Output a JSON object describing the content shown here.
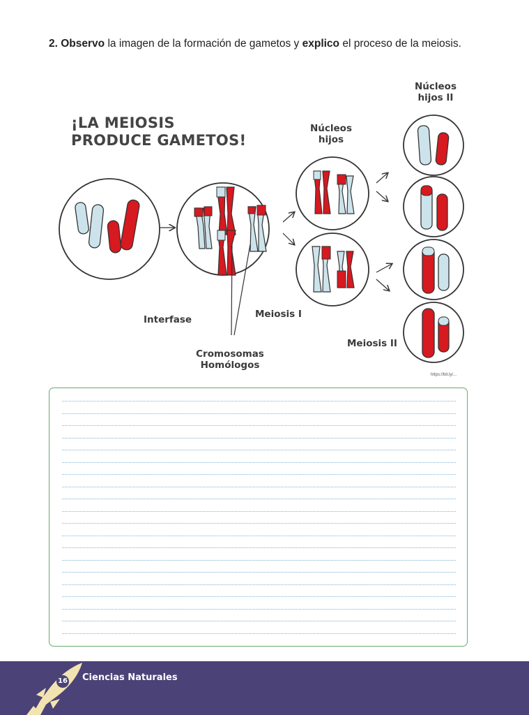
{
  "instruction": {
    "number": "2.",
    "bold1": "Observo",
    "text1": " la imagen de la formación de gametos y ",
    "bold2": "explico",
    "text2": " el proceso de la meiosis."
  },
  "figure": {
    "title_line1": "¡LA MEIOSIS",
    "title_line2": "PRODUCE GAMETOS!",
    "labels": {
      "nucleos_hijos_line1": "Núcleos",
      "nucleos_hijos_line2": "hijos",
      "nucleos_hijos2_line1": "Núcleos",
      "nucleos_hijos2_line2": "hijos II",
      "interfase": "Interfase",
      "meiosis1": "Meiosis I",
      "meiosis2": "Meiosis II",
      "homologos_line1": "Cromosomas",
      "homologos_line2": "Homólogos"
    },
    "credit": "https://bit.ly/...",
    "colors": {
      "red": "#d71920",
      "blue": "#cde3ec",
      "outline": "#333333"
    }
  },
  "answer_box": {
    "line_count": 20
  },
  "footer": {
    "page_number": "16",
    "subject": "Ciencias Naturales",
    "colors": {
      "band": "#4b4277",
      "rocket": "#f2e3b0"
    }
  }
}
